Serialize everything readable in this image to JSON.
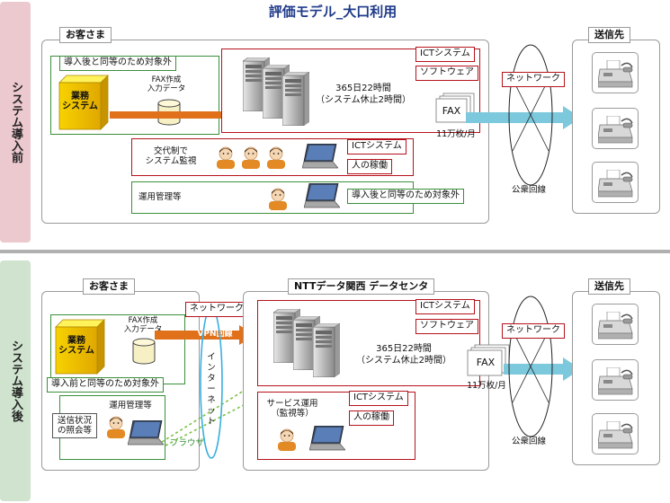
{
  "title": "評価モデル_大口利用",
  "before": {
    "side_label": "システム導入前",
    "customer_label": "お客さま",
    "out_of_scope_1": "導入後と同等のため対象外",
    "business_system": "業務\nシステム",
    "fax_input": "FAX作成\n入力データ",
    "ict_system": "ICTシステム",
    "software": "ソフトウェア",
    "uptime": "365日22時間\n（システム休止2時間）",
    "fax": "FAX",
    "volume": "11万枚/月",
    "network": "ネットワーク",
    "public_line": "公衆回線",
    "shift_monitor": "交代制で\nシステム監視",
    "ict_system_2": "ICTシステム",
    "manpower": "人の稼働",
    "ops_mgmt": "運用管理等",
    "out_of_scope_2": "導入後と同等のため対象外",
    "destination": "送信先"
  },
  "after": {
    "side_label": "システム導入後",
    "customer_label": "お客さま",
    "business_system": "業務\nシステム",
    "fax_input": "FAX作成\n入力データ",
    "out_of_scope": "導入前と同等のため対象外",
    "ops_mgmt": "運用管理等",
    "inquiry": "送信状況\nの照会等",
    "browser": "ブラウザ",
    "network_left": "ネットワーク",
    "vpn": "VPN回線",
    "internet": "インターネット",
    "dc_label": "NTTデータ関西 データセンタ",
    "ict_system": "ICTシステム",
    "software": "ソフトウェア",
    "uptime": "365日22時間\n（システム休止2時間）",
    "service_ops": "サービス運用\n（監視等）",
    "ict_system_2": "ICTシステム",
    "manpower": "人の稼働",
    "fax": "FAX",
    "volume": "11万枚/月",
    "network": "ネットワーク",
    "public_line": "公衆回線",
    "destination": "送信先"
  },
  "colors": {
    "red": "#b5121b",
    "green": "#3a8f3a",
    "orange": "#e0701a",
    "cyan": "#7cc8dc",
    "cube": "#f2c200"
  }
}
